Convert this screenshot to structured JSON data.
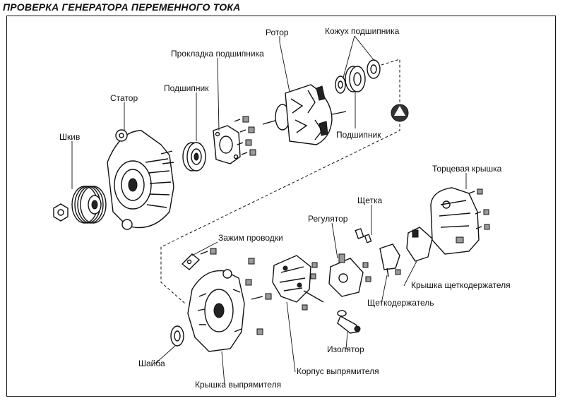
{
  "title": "ПРОВЕРКА ГЕНЕРАТОРА ПЕРЕМЕННОГО ТОКА",
  "labels": {
    "rotor": "Ротор",
    "bearing_cover": "Кожух подшипника",
    "bearing_gasket": "Прокладка подшипника",
    "bearing_left": "Подшипник",
    "bearing_right": "Подшипник",
    "stator": "Статор",
    "pulley": "Шкив",
    "end_cover": "Торцевая крышка",
    "brush": "Щетка",
    "regulator": "Регулятор",
    "wire_clamp": "Зажим проводки",
    "brush_holder_cover": "Крышка щеткодержателя",
    "brush_holder": "Щеткодержатель",
    "insulator": "Изолятор",
    "washer": "Шайба",
    "rectifier_housing": "Корпус выпрямителя",
    "rectifier_cover": "Крышка выпрямителя"
  }
}
